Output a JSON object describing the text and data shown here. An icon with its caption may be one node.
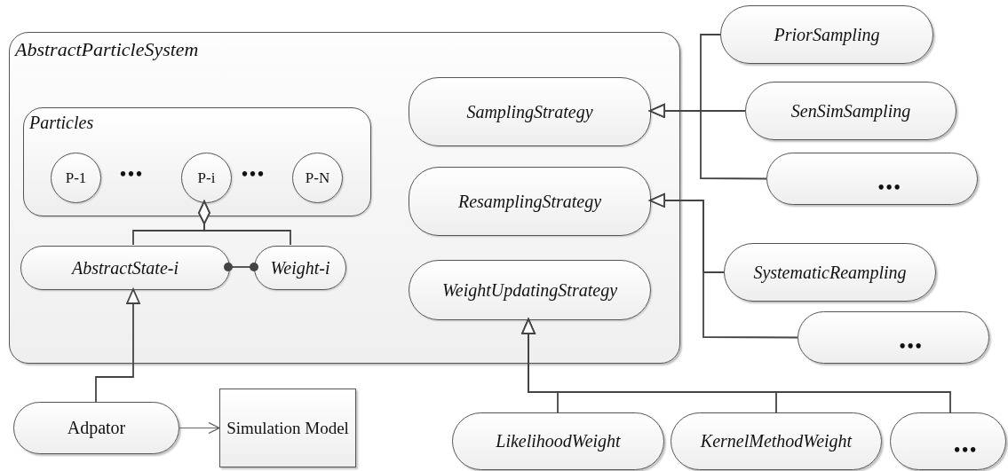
{
  "diagram": {
    "nodes": [
      {
        "text": [
          "AbstractParticleSystem"
        ]
      },
      {
        "text": [
          "Particles"
        ],
        "in": 0
      },
      {
        "text": [
          "P-1"
        ],
        "in": 1
      },
      {
        "text": [
          "P-i"
        ],
        "in": 1
      },
      {
        "text": [
          "P-N"
        ],
        "in": 1
      },
      {
        "text": [
          "AbstractState-i"
        ],
        "in": 0
      },
      {
        "text": [
          "Weight-i"
        ],
        "in": 0
      },
      {
        "text": [
          "SamplingStrategy"
        ],
        "in": 0
      },
      {
        "text": [
          "ResamplingStrategy"
        ],
        "in": 0
      },
      {
        "text": [
          "WeightUpdatingStrategy"
        ],
        "in": 0
      },
      {
        "text": [
          "PriorSampling"
        ]
      },
      {
        "text": [
          "SenSimSampling"
        ]
      },
      {
        "text": [
          "•••"
        ]
      },
      {
        "text": [
          "SystematicReampling"
        ]
      },
      {
        "text": [
          "•••"
        ]
      },
      {
        "text": [
          "Adpator"
        ]
      },
      {
        "text": [
          "Simulation Model"
        ]
      },
      {
        "text": [
          "LikelihoodWeight"
        ]
      },
      {
        "text": [
          "KernelMethodWeight"
        ]
      },
      {
        "text": [
          "•••"
        ]
      }
    ],
    "edges": [
      {
        "from": 5,
        "to": 3,
        "arrow": "other"
      },
      {
        "from": 6,
        "to": 3,
        "arrow": "other"
      },
      {
        "from": 5,
        "to": 6,
        "arrow": "other"
      },
      {
        "from": 15,
        "to": 5,
        "arrow": "to"
      },
      {
        "from": 15,
        "to": 16,
        "arrow": "to"
      },
      {
        "from": 10,
        "to": 7,
        "arrow": "to"
      },
      {
        "from": 11,
        "to": 7,
        "arrow": "to"
      },
      {
        "from": 12,
        "to": 7,
        "arrow": "to"
      },
      {
        "from": 13,
        "to": 8,
        "arrow": "to"
      },
      {
        "from": 14,
        "to": 8,
        "arrow": "to"
      },
      {
        "from": 17,
        "to": 9,
        "arrow": "to"
      },
      {
        "from": 18,
        "to": 9,
        "arrow": "to"
      },
      {
        "from": 19,
        "to": 9,
        "arrow": "to"
      }
    ],
    "labels": [
      "•••",
      "•••"
    ]
  }
}
